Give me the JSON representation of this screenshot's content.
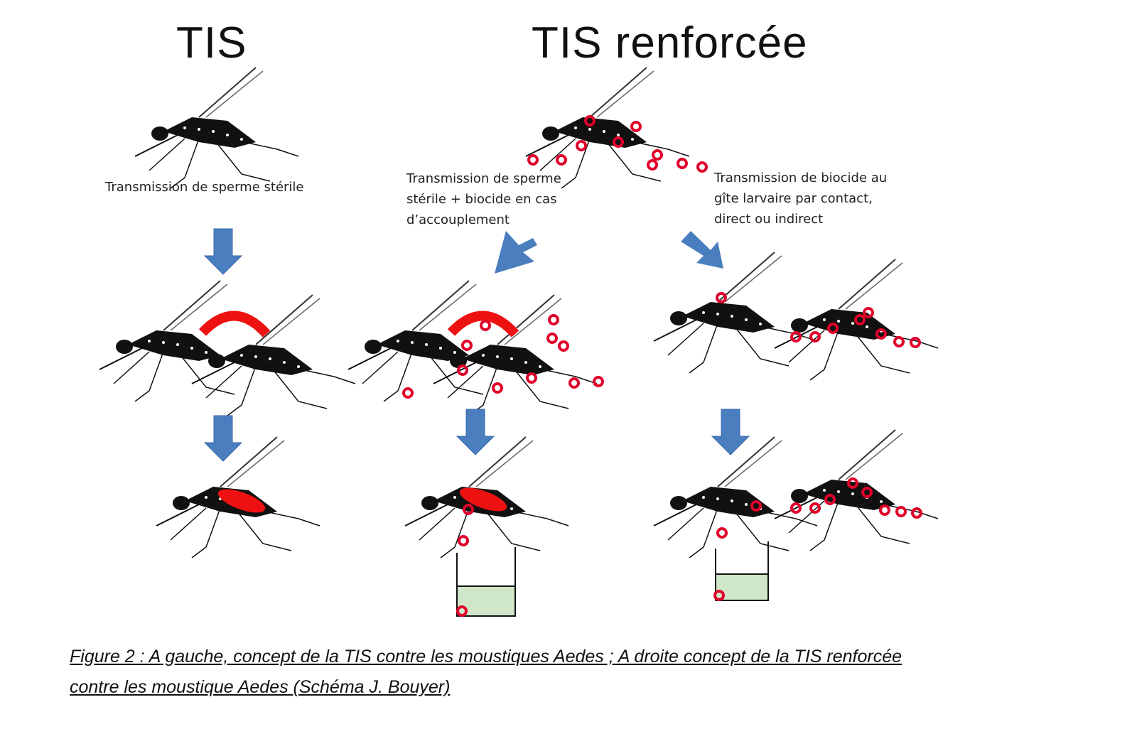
{
  "titles": {
    "left": "TIS",
    "right": "TIS renforcée"
  },
  "labels": {
    "left": "Transmission de sperme stérile",
    "middle": "Transmission de sperme\nstérile + biocide en cas\nd’accouplement",
    "right": "Transmission de biocide au\ngîte larvaire par contact,\ndirect ou indirect"
  },
  "caption": {
    "line1": "Figure 2 : A gauche, concept de la TIS contre les moustiques Aedes ; A droite concept de la TIS renforcée",
    "line2": "contre les moustique Aedes (Schéma J. Bouyer)"
  },
  "colors": {
    "arrow": "#4a7ebf",
    "biocide_marker": "#e0002a",
    "sperm": "#ee1111",
    "water": "#cfe6c8",
    "ink": "#111111"
  }
}
